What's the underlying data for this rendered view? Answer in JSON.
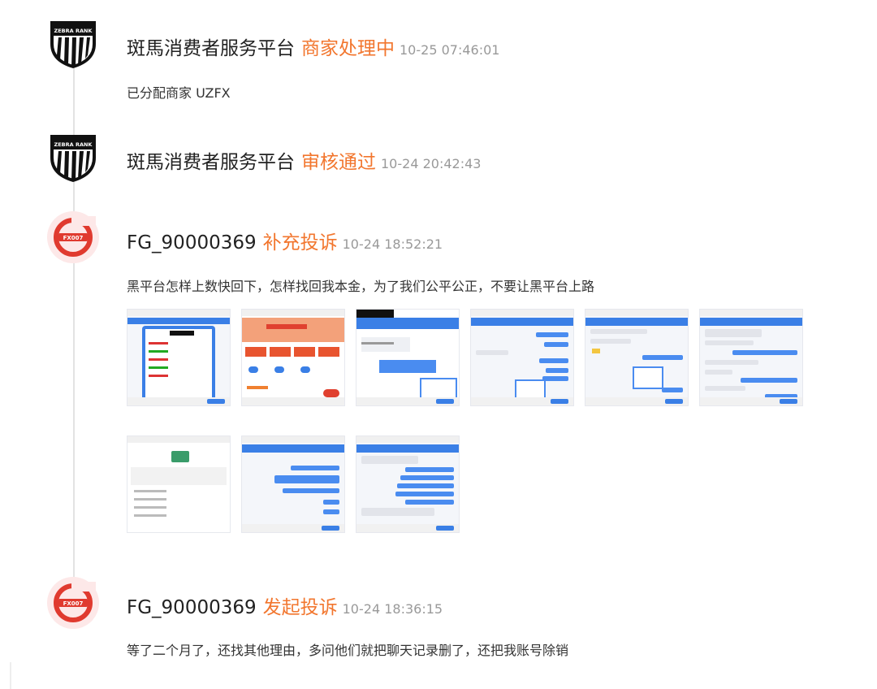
{
  "timeline": [
    {
      "name": "斑馬消费者服务平台",
      "status": "商家处理中",
      "time": "10-25 07:46:01",
      "body": "已分配商家 UZFX",
      "avatar": "zebra-rank-shield-icon",
      "avatar_text": "ZEBRA RANK"
    },
    {
      "name": "斑馬消费者服务平台",
      "status": "审核通过",
      "time": "10-24 20:42:43",
      "body": "",
      "avatar": "zebra-rank-shield-icon",
      "avatar_text": "ZEBRA RANK"
    },
    {
      "name": "FG_90000369",
      "status": "补充投诉",
      "time": "10-24 18:52:21",
      "body": "黑平台怎样上数快回下，怎样找回我本金，为了我们公平公正，不要让黑平台上路",
      "avatar": "fx007-logo-icon",
      "avatar_text": "FX007",
      "attachments_count": 9
    },
    {
      "name": "FG_90000369",
      "status": "发起投诉",
      "time": "10-24 18:36:15",
      "body": "等了二个月了，还找其他理由，多问他们就把聊天记录删了，还把我账号除销",
      "avatar": "fx007-logo-icon",
      "avatar_text": "FX007"
    }
  ],
  "colors": {
    "status": "#f2762e",
    "time": "#999999",
    "rail": "#e3e3e3",
    "fx_red": "#e03a2f",
    "fx_bg": "#fde8e8",
    "chat_blue": "#3a7fe6"
  }
}
